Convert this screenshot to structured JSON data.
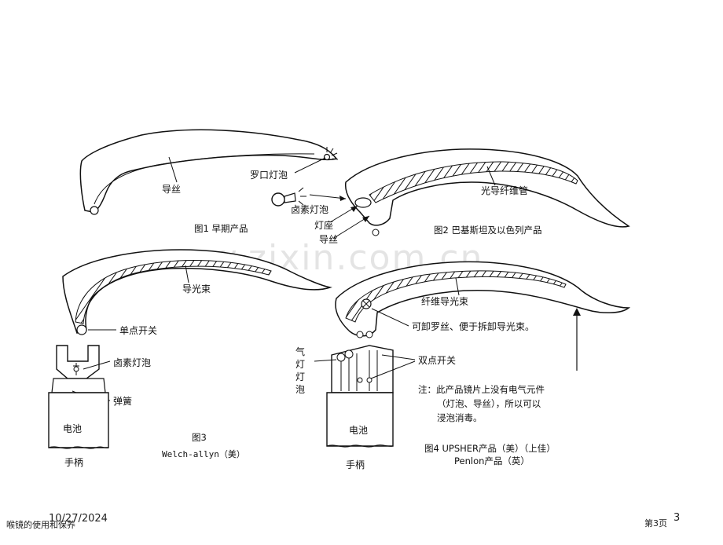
{
  "fig1": {
    "labels": {
      "guide_wire": "导丝",
      "screw_bulb": "罗口灯泡"
    },
    "caption": "图1 早期产品"
  },
  "fig2": {
    "labels": {
      "halogen_bulb": "卤素灯泡",
      "light_guide_tube": "光导纤维管",
      "lamp_seat": "灯座",
      "guide_wire": "导丝"
    },
    "caption": "图2 巴基斯坦及以色列产品"
  },
  "fig3": {
    "labels": {
      "light_bundle": "导光束",
      "single_switch": "单点开关",
      "halogen_bulb": "卤素灯泡",
      "spring": "弹簧",
      "battery": "电池",
      "handle": "手柄"
    },
    "caption": "图3",
    "caption2": "Welch-allyn（美）"
  },
  "fig4": {
    "labels": {
      "fiber_bundle": "纤维导光束",
      "detachable_screw": "可卸罗丝、便于拆卸导光束。",
      "gas_bulb": "气灯灯泡",
      "double_switch": "双点开关",
      "battery": "电池",
      "handle": "手柄"
    },
    "note_line1": "注：此产品镜片上没有电气元件",
    "note_line2": "（灯泡、导丝），所以可以",
    "note_line3": "浸泡消毒。",
    "caption": "图4 UPSHER产品（美）（上佳）",
    "caption2": "Penlon产品（英）"
  },
  "watermark": "www.zixin.com.cn",
  "footer": {
    "date": "10/27/2024",
    "title": "喉镜的使用和保养",
    "page_label": "第3页",
    "page_number": "3"
  }
}
